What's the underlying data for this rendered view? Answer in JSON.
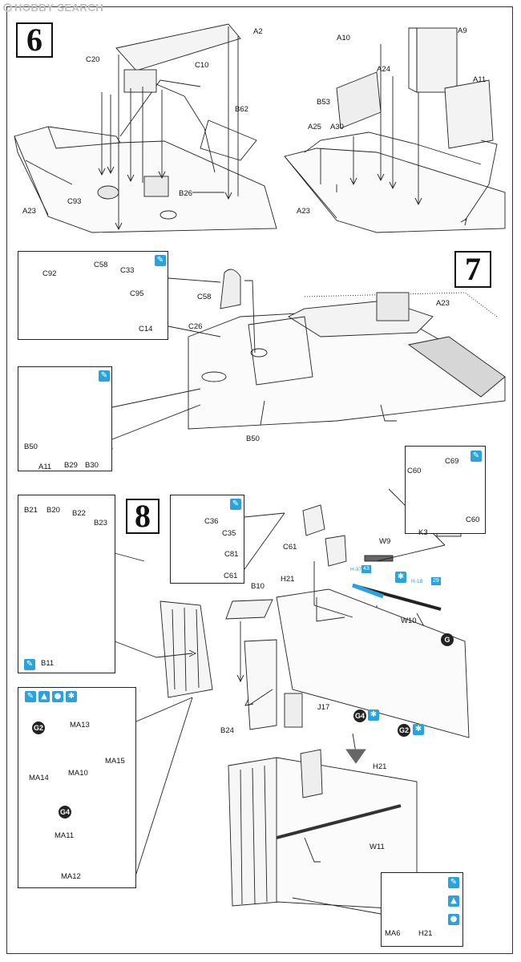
{
  "watermark": "HOBBY SEARCH",
  "steps": {
    "s6": "6",
    "s7": "7",
    "s8": "8"
  },
  "step6_labels": {
    "a2": "A2",
    "c20": "C20",
    "c10": "C10",
    "b62": "B62",
    "c93": "C93",
    "b26": "B26",
    "a23": "A23",
    "a10": "A10",
    "a9": "A9",
    "a24": "A24",
    "a11": "A11",
    "b53": "B53",
    "a25": "A25",
    "a30": "A30",
    "a23b": "A23"
  },
  "step7_labels": {
    "c92": "C92",
    "c58": "C58",
    "c33": "C33",
    "c95": "C95",
    "c14": "C14",
    "c58b": "C58",
    "c26": "C26",
    "a23": "A23",
    "b50": "B50",
    "a11": "A11",
    "b29": "B29",
    "b30": "B30",
    "b50b": "B50"
  },
  "step8_labels": {
    "b21": "B21",
    "b20": "B20",
    "b22": "B22",
    "b23": "B23",
    "b11": "B11",
    "c36": "C36",
    "c35": "C35",
    "c81": "C81",
    "c61": "C61",
    "c61b": "C61",
    "c60": "C60",
    "c69": "C69",
    "c60b": "C60",
    "k3": "K3",
    "w9": "W9",
    "h21": "H21",
    "b10": "B10",
    "w10": "W10",
    "j17": "J17",
    "b24": "B24",
    "ma13": "MA13",
    "ma15": "MA15",
    "ma14": "MA14",
    "ma10": "MA10",
    "ma11": "MA11",
    "ma12": "MA12",
    "h21b": "H21",
    "w11": "W11",
    "ma6": "MA6",
    "h21c": "H21"
  },
  "badges": {
    "h37": "H-37",
    "n43": "43",
    "h18": "H-18",
    "n29": "29",
    "g": "G",
    "g2": "G2",
    "g4": "G4",
    "g2b": "G2",
    "g4b": "G4"
  },
  "icon_names": [
    "brush-icon",
    "paint-drop-icon",
    "rotate-icon",
    "shape-icon"
  ]
}
